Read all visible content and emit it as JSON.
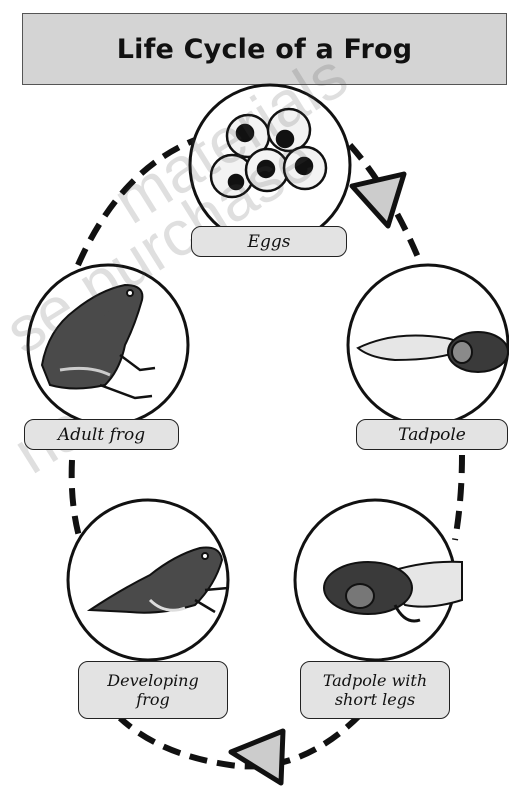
{
  "title": "Life Cycle of a Frog",
  "stages": [
    {
      "id": "eggs",
      "label": "Eggs"
    },
    {
      "id": "tadpole",
      "label": "Tadpole"
    },
    {
      "id": "tadpole-legs",
      "label": "Tadpole with short legs"
    },
    {
      "id": "developing-frog",
      "label": "Developing frog"
    },
    {
      "id": "adult-frog",
      "label": "Adult frog"
    }
  ],
  "watermark": {
    "line1": "materials",
    "line2": "se purchase",
    "line3": "ns"
  },
  "colors": {
    "title_fill": "#d4d4d4",
    "label_fill": "#e3e3e3",
    "arrow_fill": "#cccccc",
    "ink": "#111111"
  }
}
